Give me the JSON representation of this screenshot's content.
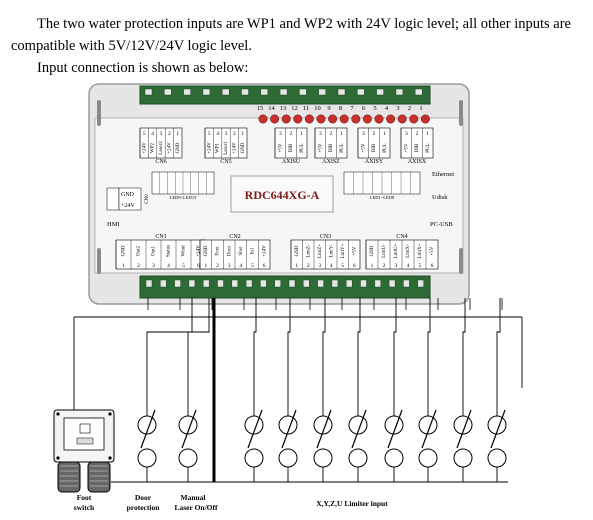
{
  "intro": {
    "line1": "The two water protection inputs are WP1 and WP2 with 24V logic level; all other inputs are",
    "line2": "compatible with 5V/12V/24V logic level.",
    "line3": "Input connection is shown as below:"
  },
  "board": {
    "model": "RDC644XG-A",
    "top_pin_numbers": [
      "15",
      "14",
      "13",
      "12",
      "11",
      "10",
      "9",
      "8",
      "7",
      "6",
      "5",
      "4",
      "3",
      "2",
      "1"
    ],
    "labels": {
      "ethernet": "Ethernet",
      "udisk": "Udisk",
      "pcusb": "PC-USB",
      "hmi": "HMI",
      "gnd": "GND",
      "plus24": "+24V",
      "cn0": "CN0",
      "led_left": "LED9~LED15",
      "led_right": "LED1~LED8"
    },
    "top_connectors": [
      {
        "name": "CN6",
        "nums": [
          "5",
          "4",
          "3",
          "2",
          "1"
        ],
        "pins": [
          "+24V",
          "WP2",
          "Laser2",
          "+24V",
          "GND"
        ]
      },
      {
        "name": "CN5",
        "nums": [
          "5",
          "4",
          "3",
          "2",
          "1"
        ],
        "pins": [
          "+24V",
          "WP1",
          "Laser1",
          "+24V",
          "GND"
        ]
      },
      {
        "name": "AXISU",
        "nums": [
          "3",
          "2",
          "1"
        ],
        "pins": [
          "+5V",
          "DIR",
          "PUL"
        ]
      },
      {
        "name": "AXISZ",
        "nums": [
          "3",
          "2",
          "1"
        ],
        "pins": [
          "+5V",
          "DIR",
          "PUL"
        ]
      },
      {
        "name": "AXISY",
        "nums": [
          "3",
          "2",
          "1"
        ],
        "pins": [
          "+5V",
          "DIR",
          "PUL"
        ]
      },
      {
        "name": "AXISX",
        "nums": [
          "3",
          "2",
          "1"
        ],
        "pins": [
          "+5V",
          "DIR",
          "PUL"
        ]
      }
    ],
    "bottom_connectors": [
      {
        "name": "CN1",
        "nums": [
          "1",
          "2",
          "3",
          "4",
          "5",
          "6"
        ],
        "pins": [
          "GND",
          "Out2",
          "Out1",
          "Status",
          "Wind",
          "+24V"
        ]
      },
      {
        "name": "CN2",
        "nums": [
          "1",
          "2",
          "3",
          "4",
          "5",
          "6"
        ],
        "pins": [
          "GND",
          "Foot",
          "Door",
          "Shot",
          "In1",
          "+24V"
        ]
      },
      {
        "name": "CN3",
        "nums": [
          "1",
          "2",
          "3",
          "4",
          "5",
          "6"
        ],
        "pins": [
          "GND",
          "LmtZ-",
          "LmtZ+",
          "LmtY-",
          "LmtY+",
          "+5V"
        ]
      },
      {
        "name": "CN4",
        "nums": [
          "1",
          "2",
          "3",
          "4",
          "5",
          "6"
        ],
        "pins": [
          "GND",
          "LmtU-",
          "LmtU+",
          "LmtX-",
          "LmtX+",
          "+5V"
        ]
      }
    ]
  },
  "captions": {
    "foot_switch": [
      "Foot",
      "switch"
    ],
    "door_protection": [
      "Door",
      "protection"
    ],
    "manual_laser": [
      "Manual",
      "Laser On/Off"
    ],
    "limiter": "X,Y,Z,U Limiter input"
  },
  "colors": {
    "board_fill": "#e6e6e6",
    "board_edge": "#9a9a9a",
    "terminal_green": "#2d6a35",
    "screw_red": "#c8302c"
  }
}
